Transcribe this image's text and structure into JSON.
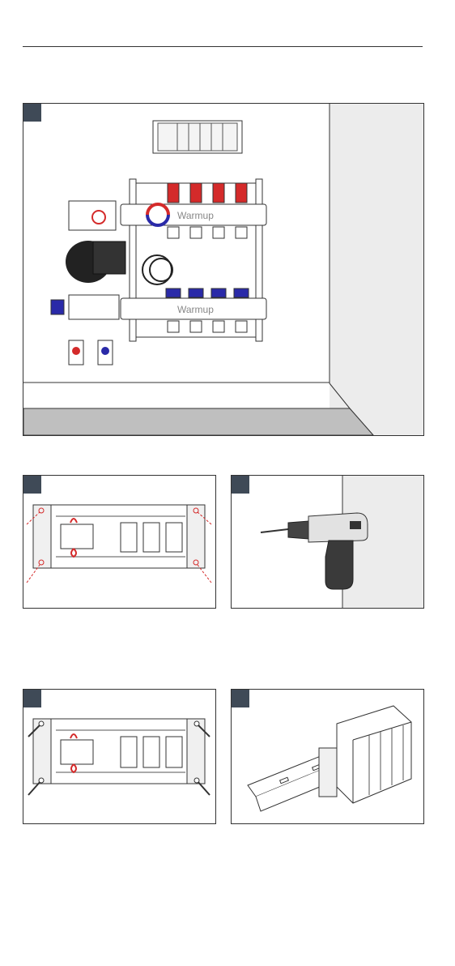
{
  "page": {
    "footer_text": ""
  },
  "panels": [
    {
      "id": "step-1",
      "step_label": "",
      "brand_top": "Warmup",
      "brand_bottom": "Warmup"
    },
    {
      "id": "step-2",
      "step_label": ""
    },
    {
      "id": "step-3",
      "step_label": ""
    },
    {
      "id": "step-4",
      "step_label": ""
    },
    {
      "id": "step-5",
      "step_label": ""
    }
  ],
  "colors": {
    "badge": "#3f4a57",
    "wall": "#ececec",
    "floor": "#bfbfbf",
    "red": "#d42a2a",
    "blue": "#2a2aa8",
    "line": "#333333"
  },
  "icons": [
    "wiring-centre-icon",
    "manifold-icon",
    "drill-icon",
    "screw-icon",
    "din-rail-icon"
  ]
}
